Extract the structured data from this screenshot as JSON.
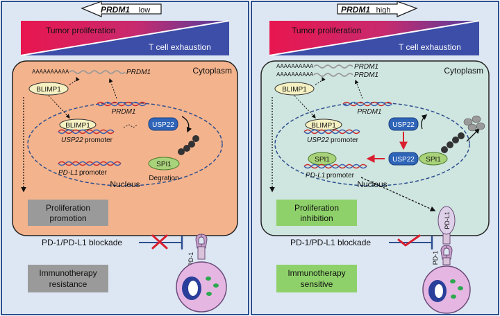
{
  "colors": {
    "panel_bg": "#dde7f3",
    "panel_border": "#2c4f8f",
    "cell_left": "#f3b38d",
    "cell_right": "#cfe5df",
    "gradient_red": "#e8164f",
    "gradient_blue": "#2f3f9e",
    "blimp_fill": "#f6f1c2",
    "usp22_fill": "#2f65b8",
    "spi1_fill": "#a9d37a",
    "box_gray": "#9a9a9a",
    "box_green": "#8ed16a",
    "red_mark": "#d92030",
    "blockade_line": "#2c4f8f",
    "dna_red": "#cc2b2b",
    "dna_blue": "#3a5faf"
  },
  "left": {
    "header_gene": "PRDM1",
    "header_level": "low",
    "gradient_top": "Tumor proliferation",
    "gradient_bottom": "T cell exhaustion",
    "mrna_polya": "AAAAAAAAAA",
    "mrna_gene": "PRDM1",
    "cytoplasm": "Cytoplasm",
    "blimp1_cyto": "BLIMP1",
    "prdm1_dna": "PRDM1",
    "blimp1_nuc": "BLIMP1",
    "usp22_promoter_gene": "USP22",
    "usp22_promoter_word": "promoter",
    "usp22": "USP22",
    "spi1": "SPI1",
    "degration": "Degration",
    "pdl1_gene": "PD-L1",
    "pdl1_promoter_word": "promoter",
    "nucleus": "Nucleus",
    "outcome_line1": "Proliferation",
    "outcome_line2": "promotion",
    "blockade": "PD-1/PD-L1 blockade",
    "pd1": "PD-1",
    "therapy_line1": "Immunotherapy",
    "therapy_line2": "resistance"
  },
  "right": {
    "header_gene": "PRDM1",
    "header_level": "high",
    "gradient_top": "Tumor proliferation",
    "gradient_bottom": "T cell exhaustion",
    "mrna_polya_1": "AAAAAAAAAA",
    "mrna_gene_1": "PRDM1",
    "mrna_polya_2": "AAAAAAAAAA",
    "mrna_gene_2": "PRDM1",
    "cytoplasm": "Cytoplasm",
    "blimp1_cyto": "BLIMP1",
    "prdm1_dna": "PRDM1",
    "blimp1_nuc": "BLIMP1",
    "usp22_promoter_gene": "USP22",
    "usp22_promoter_word": "promoter",
    "usp22_top": "USP22",
    "usp22_complex": "USP22",
    "spi1_complex": "SPI1",
    "spi1": "SPI1",
    "pdl1_gene": "PD-L1",
    "pdl1_promoter_word": "promoter",
    "nucleus": "Nucleus",
    "outcome_line1": "Proliferation",
    "outcome_line2": "inhibition",
    "blockade": "PD-1/PD-L1 blockade",
    "pd1": "PD-1",
    "pdl1_receptor": "PD-L1",
    "therapy_line1": "Immunotherapy",
    "therapy_line2": "sensitive"
  }
}
